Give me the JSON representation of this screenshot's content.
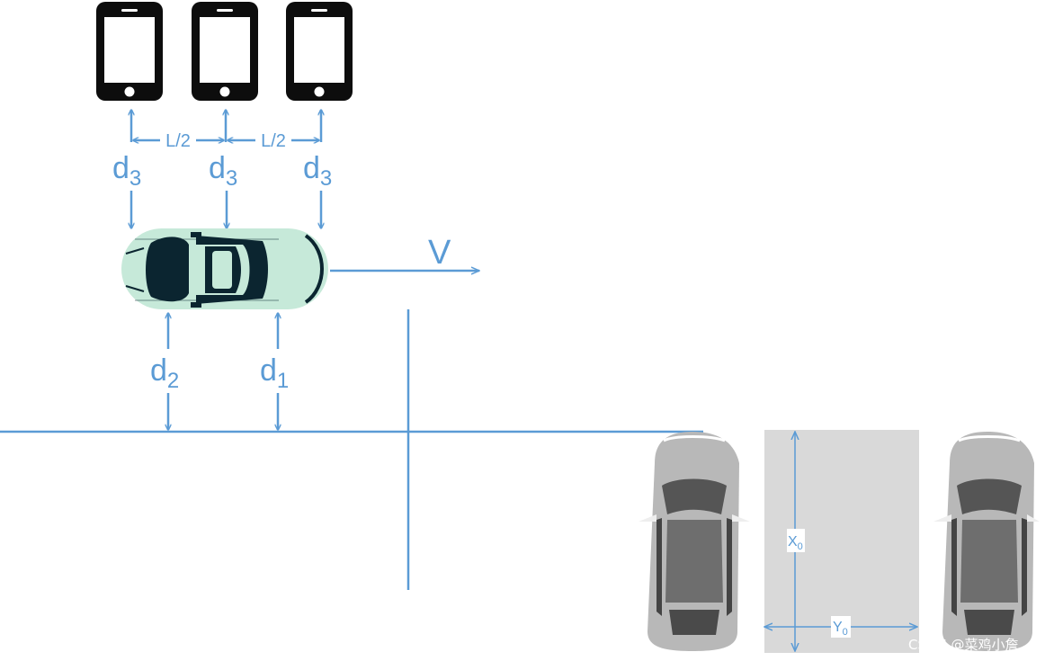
{
  "labels": {
    "half_spacing": "L/2",
    "phone_distance": "d",
    "phone_distance_sub": "3",
    "distance_2": "d",
    "distance_2_sub": "2",
    "distance_1": "d",
    "distance_1_sub": "1",
    "velocity": "V",
    "slot_length": "X",
    "slot_length_sub": "0",
    "slot_width": "Y",
    "slot_width_sub": "0",
    "watermark": "CSDN @菜鸡小詹"
  },
  "colors": {
    "arrow": "#5b9bd5",
    "phone": "#0d0d0d",
    "moving_car_body": "#c6e9d9",
    "moving_car_glass": "#0b2530",
    "parked_car_body": "#b8b8b8",
    "parking_slot": "#d9d9d9"
  },
  "icons": [
    "phone-icon",
    "moving-car-icon",
    "parked-car-icon"
  ]
}
